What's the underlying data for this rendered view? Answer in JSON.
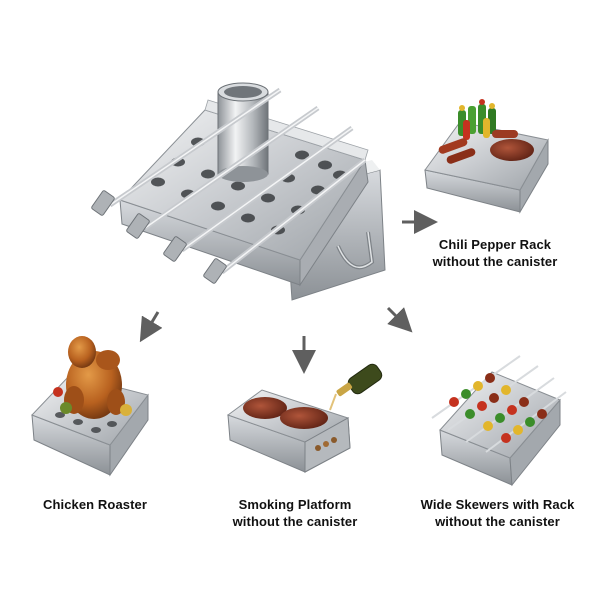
{
  "captions": {
    "chili": {
      "line1": "Chili Pepper Rack",
      "line2": "without the canister"
    },
    "chicken": {
      "line1": "Chicken Roaster"
    },
    "smoking": {
      "line1": "Smoking Platform",
      "line2": "without the canister"
    },
    "skewers": {
      "line1": "Wide Skewers with Rack",
      "line2": "without the canister"
    }
  },
  "colors": {
    "steel_light": "#e4e6e8",
    "steel_mid": "#b8bcc0",
    "steel_dark": "#7d8287",
    "arrow": "#5f5f5f",
    "hole": "#3a3d40",
    "chicken": "#b8611f",
    "meat": "#7e2f1e",
    "pepper_green": "#3b8d2a",
    "pepper_red": "#c5321f",
    "pepper_yellow": "#e2b62c",
    "bottle": "#3d4a1c"
  },
  "icons": [
    "arrow-right-icon",
    "arrow-down-left-icon",
    "arrow-down-icon",
    "arrow-down-right-icon"
  ]
}
